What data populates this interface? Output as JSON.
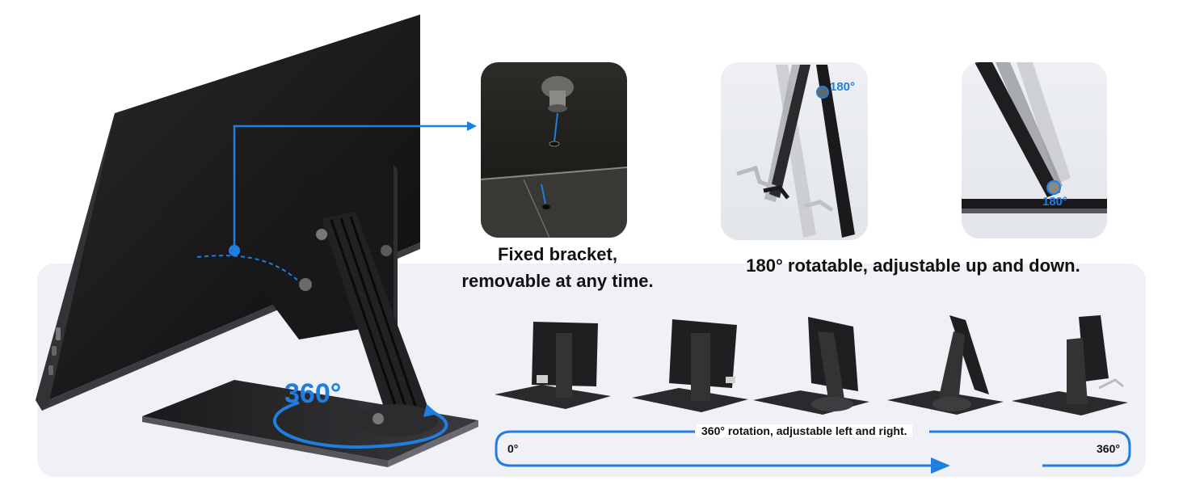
{
  "captions": {
    "fixed_bracket_line1": "Fixed bracket,",
    "fixed_bracket_line2": "removable at any time.",
    "rotate_180": "180° rotatable, adjustable up and down.",
    "rotation_360": "360° rotation, adjustable left and right."
  },
  "labels": {
    "big_360": "360°",
    "deg_180_top": "180°",
    "deg_180_right": "180°",
    "scale_start": "0°",
    "scale_end": "360°"
  },
  "colors": {
    "accent": "#1f7ee0",
    "panel": "#eff1f6",
    "device": "#1b1b1d"
  }
}
